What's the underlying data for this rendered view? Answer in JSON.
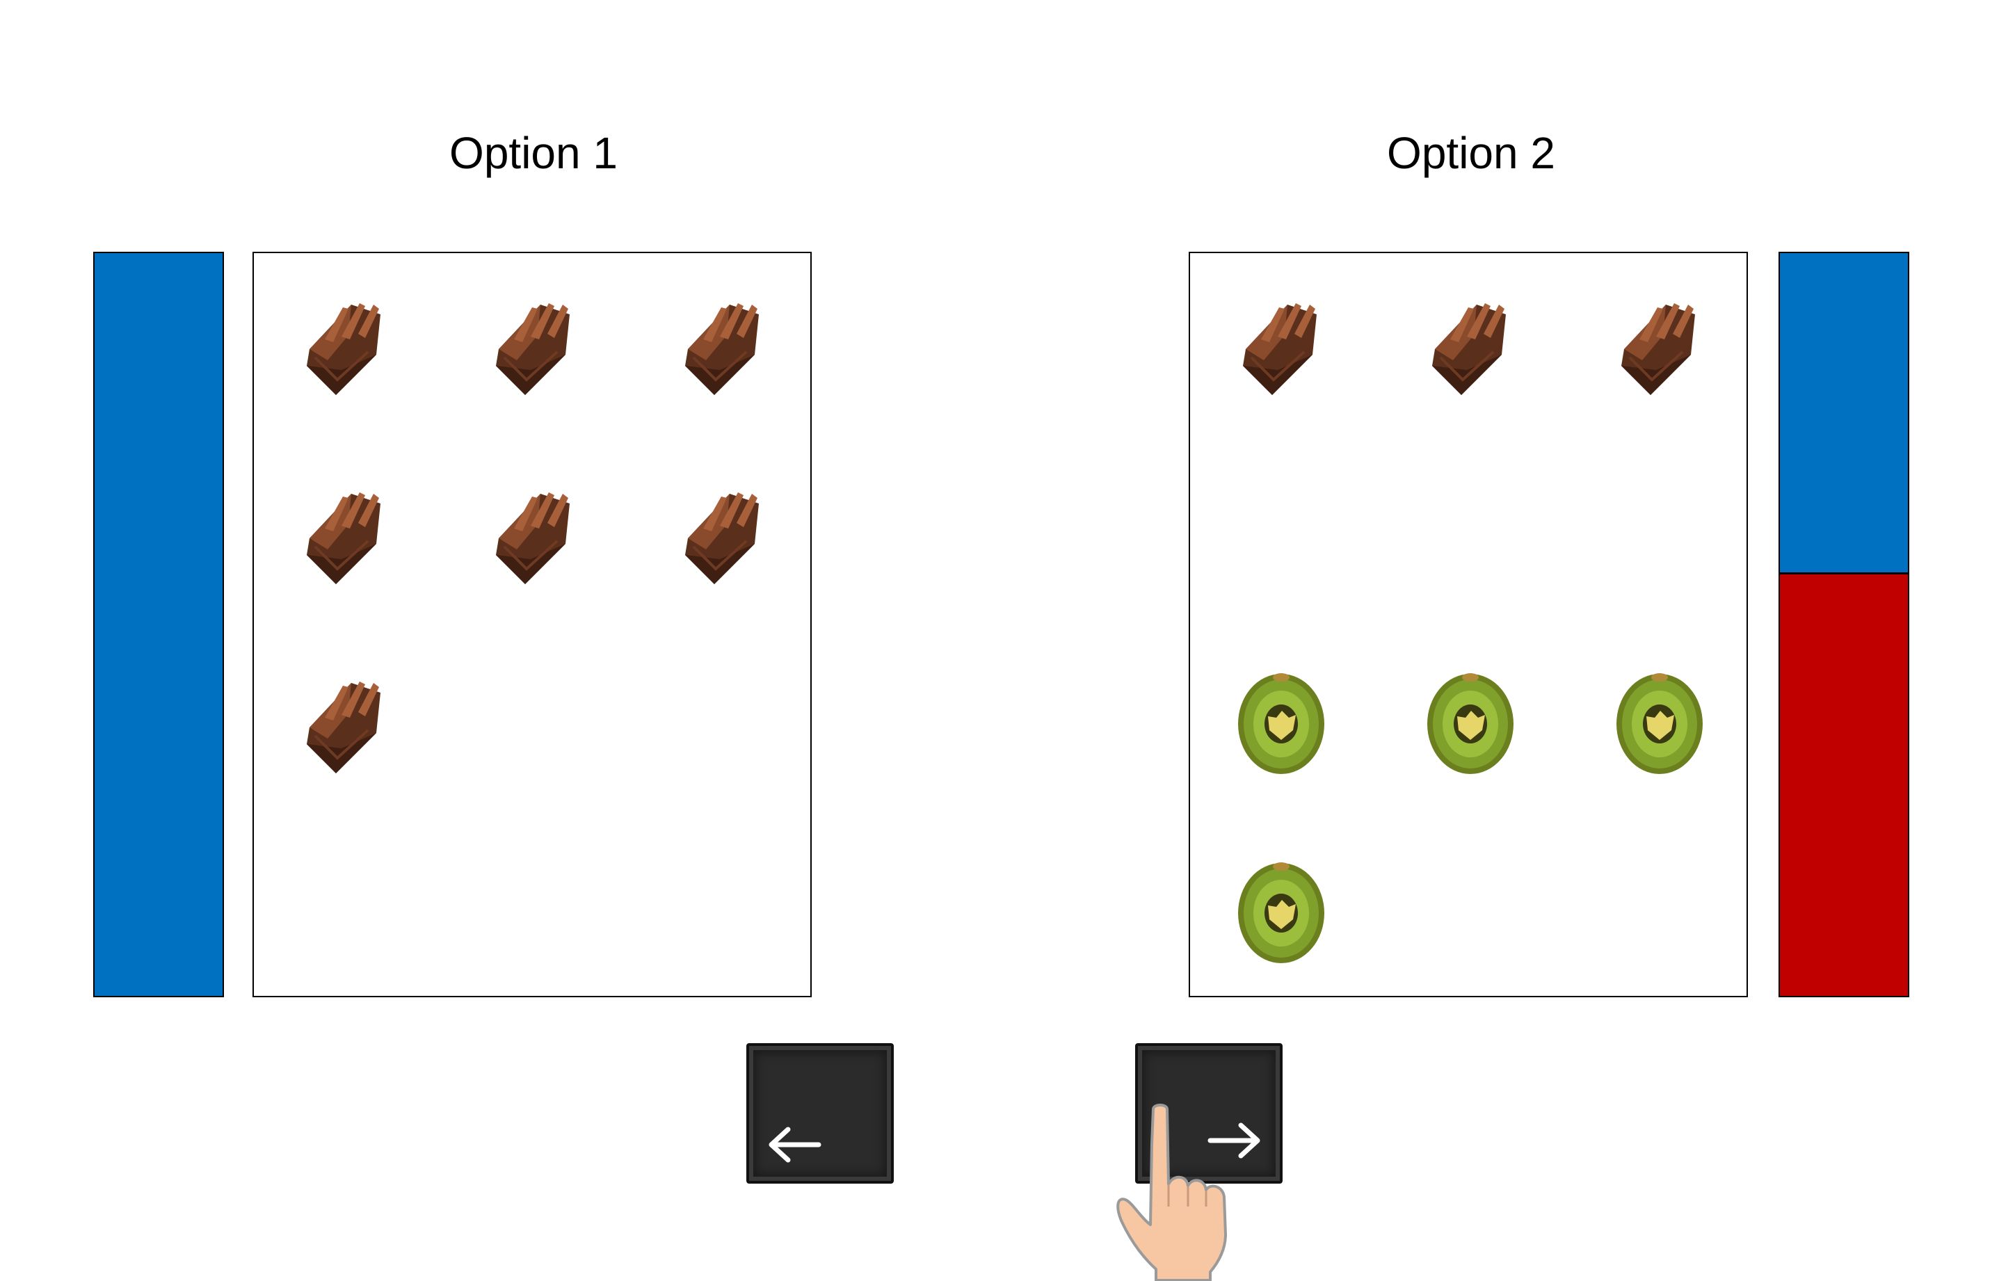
{
  "options": [
    {
      "title": "Option 1",
      "items": [
        "chocolate",
        "chocolate",
        "chocolate",
        "chocolate",
        "chocolate",
        "chocolate",
        "chocolate"
      ],
      "bar": {
        "blue_fraction": 1.0,
        "red_fraction": 0.0
      }
    },
    {
      "title": "Option 2",
      "items": [
        "chocolate",
        "chocolate",
        "chocolate",
        "empty",
        "empty",
        "empty",
        "kiwi",
        "kiwi",
        "kiwi",
        "kiwi"
      ],
      "bar": {
        "blue_fraction": 0.43,
        "red_fraction": 0.57
      }
    }
  ],
  "keys": {
    "left": "left-arrow-icon",
    "right": "right-arrow-icon"
  },
  "pointer": "hand-pointer-icon",
  "colors": {
    "bar_blue": "#0070c0",
    "bar_red": "#c00000",
    "key_bg": "#2b2b2b"
  }
}
